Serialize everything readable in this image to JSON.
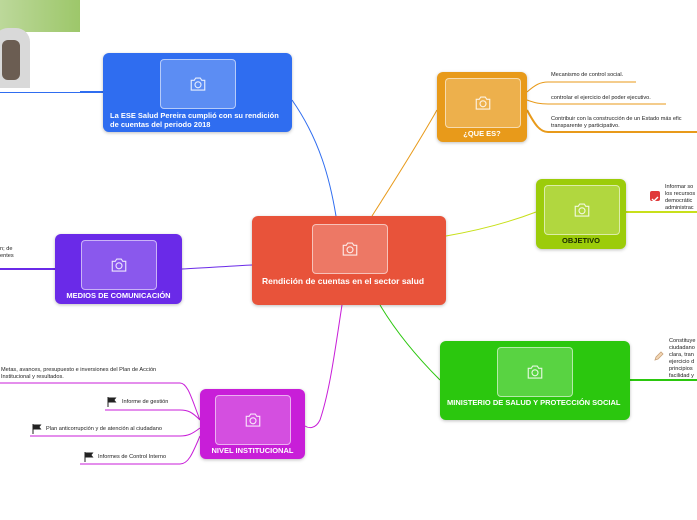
{
  "center": {
    "label": "Rendición de cuentas en el sector salud",
    "color": "#e8533a"
  },
  "topics": {
    "ese": {
      "label": "La ESE Salud Pereira cumplió con su rendición de cuentas del periodo 2018",
      "color": "#2f6df0"
    },
    "que": {
      "label": "¿QUE ES?",
      "color": "#e89a1a"
    },
    "objetivo": {
      "label": "OBJETIVO",
      "color": "#9ccc0a"
    },
    "medios": {
      "label": "MEDIOS DE COMUNICACIÓN",
      "color": "#6a2ae8"
    },
    "ministerio": {
      "label": "MINISTERIO DE SALUD Y PROTECCIÓN SOCIAL",
      "color": "#2bc70e"
    },
    "nivel": {
      "label": "NIVEL INSTITUCIONAL",
      "color": "#c81ed8"
    }
  },
  "leaves": {
    "que_1": "Mecanismo de control social.",
    "que_2": "controlar el ejercicio del poder ejecutivo.",
    "que_3": "Contribuir con la construcción de un Estado más efic transparente y participativo.",
    "objetivo_1": "Informar so los recursos democrátic administrac",
    "medios_1": "n; de entes",
    "ministerio_1": "Constituye ciudadano clara, tran ejercicio d principios facilidad y",
    "nivel_1": "Metas, avances, presupuesto e inversiones del Plan de Acción Institucional y resultados.",
    "nivel_2": "Informe de gestión",
    "nivel_3": "Plan anticorrupción y de atención al ciudadano",
    "nivel_4": "Informes de Control Interno"
  },
  "icons": {
    "placeholder": "camera-icon",
    "flag": "flag-icon",
    "check": "checkbox-icon",
    "pencil": "pencil-icon"
  }
}
